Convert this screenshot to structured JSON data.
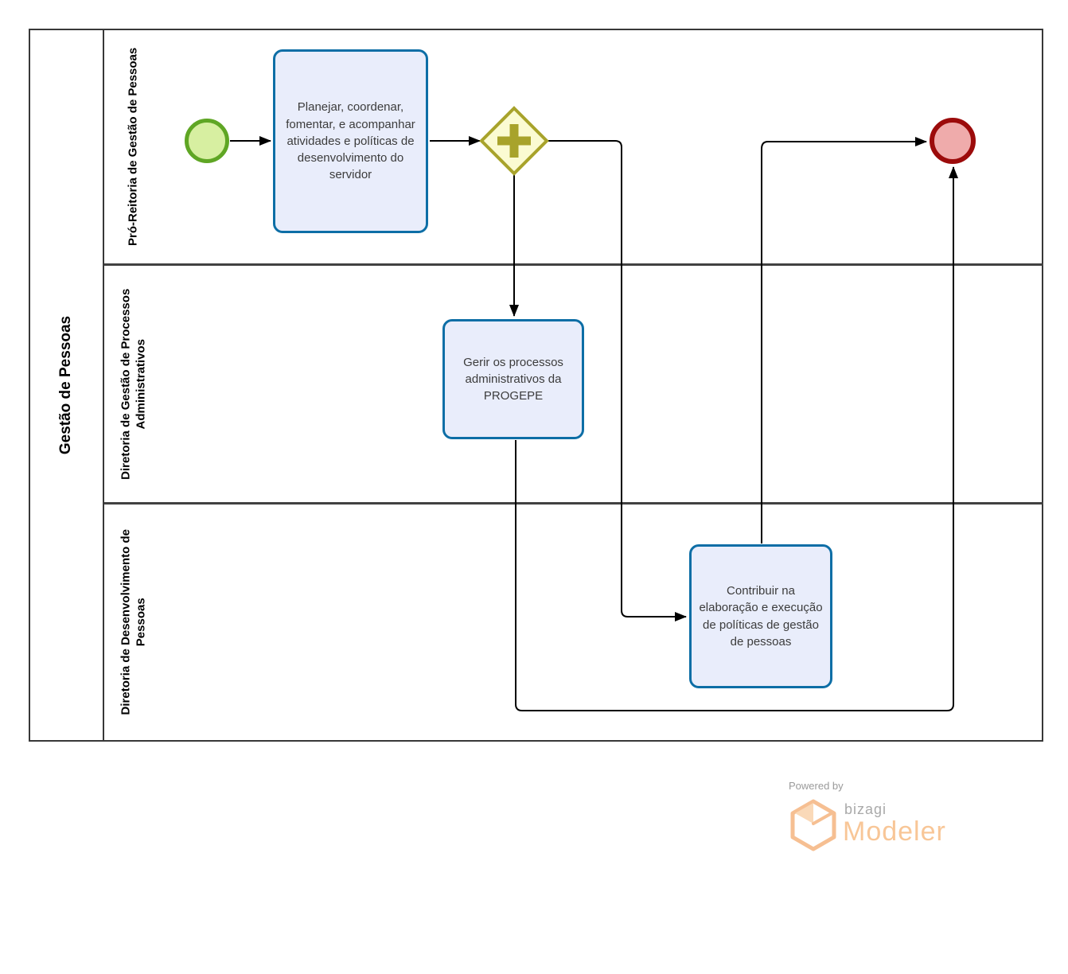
{
  "diagram": {
    "pool_title": "Gestão de Pessoas",
    "lanes": [
      {
        "label": "Pró-Reitoria de Gestão de Pessoas"
      },
      {
        "label": "Diretoria de Gestão de Processos Administrativos"
      },
      {
        "label": "Diretoria de Desenvolvimento de Pessoas"
      }
    ],
    "tasks": [
      {
        "label": "Planejar, coordenar, fomentar, e acompanhar atividades e políticas de desenvolvimento do servidor"
      },
      {
        "label": "Gerir os processos administrativos da PROGEPE"
      },
      {
        "label": "Contribuir na elaboração e execução de políticas de gestão de pessoas"
      }
    ],
    "events": [
      {
        "type": "start"
      },
      {
        "type": "end"
      }
    ],
    "gateway": {
      "type": "parallel"
    },
    "colors": {
      "task_border": "#0d6ea6",
      "task_fill": "#e9edfb",
      "gateway_border": "#a8a32b",
      "gateway_fill": "#fbfbd2",
      "start_border": "#5fa624",
      "start_fill": "#d7efa1",
      "end_border": "#9c0b0b",
      "end_fill": "#efabab",
      "flow_line": "#000000",
      "brand_orange": "#f8c697",
      "brand_gray": "#a9a9a9"
    }
  },
  "footer": {
    "powered_by": "Powered by",
    "brand": "bizagi",
    "product": "Modeler"
  }
}
